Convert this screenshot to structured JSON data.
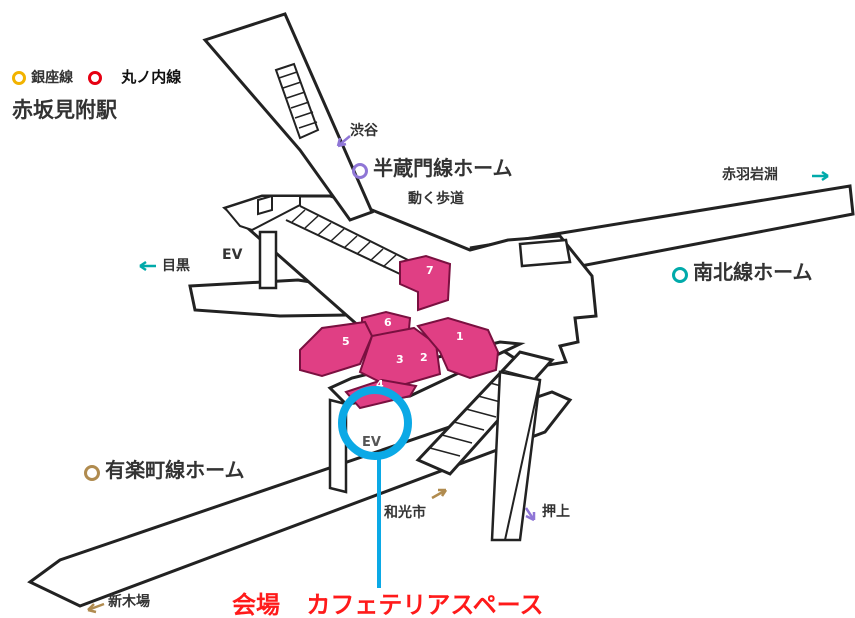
{
  "header": {
    "ginza_line": "銀座線",
    "marunouchi_line": "丸ノ内線",
    "station": "赤坂見附駅"
  },
  "platforms": {
    "hanzomon": "半蔵門線ホーム",
    "moving_walkway": "動く歩道",
    "namboku": "南北線ホーム",
    "yurakucho": "有楽町線ホーム"
  },
  "directions": {
    "shibuya": "渋谷",
    "akabaneiwabuchi": "赤羽岩淵",
    "meguro": "目黒",
    "wakoshi": "和光市",
    "oshiage": "押上",
    "shinkiba": "新木場"
  },
  "elevator_top": "EV",
  "elevator_bottom": "EV",
  "blocks": [
    "1",
    "2",
    "3",
    "4",
    "5",
    "6",
    "7"
  ],
  "venue": {
    "label": "会場",
    "name": "カフェテリアスペース"
  },
  "colors": {
    "ginza": "#f2b300",
    "marunouchi": "#e60012",
    "hanzomon": "#8f76d6",
    "namboku": "#00aaaa",
    "yurakucho": "#b08b4f",
    "block_fill": "#e03f84",
    "highlight": "#0ba9e6",
    "venue_text": "#ff1a1a"
  }
}
